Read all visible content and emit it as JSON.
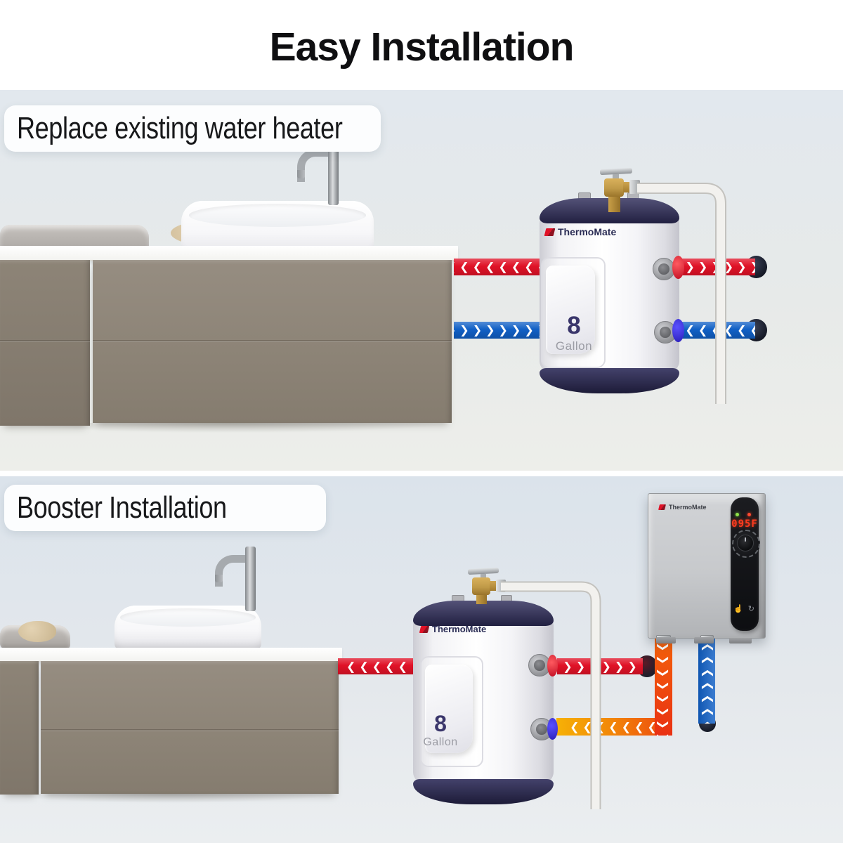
{
  "title": "Easy Installation",
  "sections": [
    {
      "id": "replace",
      "label": "Replace existing water heater"
    },
    {
      "id": "booster",
      "label": "Booster Installation"
    }
  ],
  "tank": {
    "brand": "ThermoMate",
    "capacity": "8",
    "unit": "Gallon"
  },
  "heater": {
    "brand": "ThermoMate",
    "display": "095F"
  },
  "flows": {
    "replace_hot_to_faucet": "❮❮❮❮❮❮❮❮",
    "replace_hot_from_tank": "❯❯❯❯❯❯❯",
    "replace_cold_supply_in": "❯❯❯❯❯❯❯❯",
    "replace_cold_return": "❮❮❮❮❮❮❮",
    "booster_hot_to_faucet": "❮❮❮❮❮",
    "booster_tank_to_heater": "❯❯❯❯❯❯",
    "booster_heater_outlet_down": "❯❯❯❯❯❯❯❯❯",
    "booster_heater_to_tank": "❮❮❮❮❮❮❮",
    "booster_cold_riser_up": "❯❯❯❯❯❯❯❯",
    "touch_icons": "☝ ↻"
  },
  "colors": {
    "hot_red": "#e01227",
    "cold_blue": "#1160c6",
    "warm_orange": "#ee5a0e",
    "warm_yellow": "#f6b106",
    "tank_navy": "#2e2c5a",
    "display_red": "#ff3b1f",
    "led_green": "#8fe24a",
    "brass": "#c09a48",
    "pipe_white": "#f2f1ee"
  }
}
